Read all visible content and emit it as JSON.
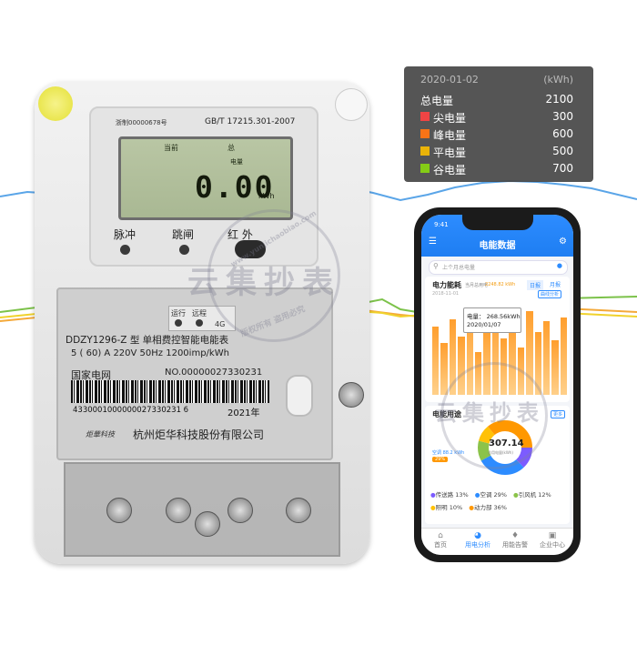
{
  "panel": {
    "date": "2020-01-02",
    "unit": "(kWh)",
    "total_label": "总电量",
    "total_value": "2100",
    "items": [
      {
        "label": "尖电量",
        "value": "300",
        "color": "#ef4444"
      },
      {
        "label": "峰电量",
        "value": "600",
        "color": "#f97316"
      },
      {
        "label": "平电量",
        "value": "500",
        "color": "#eab308"
      },
      {
        "label": "谷电量",
        "value": "700",
        "color": "#84cc16"
      }
    ]
  },
  "meter": {
    "cert": "浙制00000678号",
    "standard": "GB/T 17215.301-2007",
    "lcd_label_current": "当前",
    "lcd_label_total": "总",
    "lcd_label_energy": "电量",
    "lcd_value": "0.00",
    "lcd_unit": "kWh",
    "btn_pulse": "脉冲",
    "btn_trip": "跳闸",
    "btn_infrared": "红 外",
    "led_run": "运行",
    "led_remote": "远程",
    "led_4g": "4G",
    "model": "DDZY1296-Z 型 单相费控智能电能表",
    "spec": "5 ( 60) A 220V 50Hz 1200imp/kWh",
    "grid": "国家电网",
    "serial_no": "NO.00000027330231",
    "barcode_text": "4330001000000027330231 6",
    "year": "2021年",
    "brand_small": "炬華科技",
    "company": "杭州炬华科技股份有限公司"
  },
  "phone": {
    "time": "9:41",
    "title": "电能数据",
    "search_placeholder": "上个月总电量",
    "section_consumption": "电力能耗",
    "consumption_sub": "当月总用电",
    "consumption_value": "2248.82 kWh",
    "tab_daily": "日报",
    "tab_monthly": "月报",
    "btn_curve": "曲线分析",
    "date_start": "2018-11-01",
    "tooltip_value": "电量： 268.56kWh",
    "tooltip_date": "2020/01/07",
    "section_usage": "电能用途",
    "btn_more": "更多",
    "air_label": "空调 88.2 kWh",
    "air_pct": "29%",
    "donut_value": "307.14",
    "donut_sub": "总用电量(kWh)",
    "legend": [
      {
        "label": "传送路 13%",
        "color": "#7c5cff"
      },
      {
        "label": "空调 29%",
        "color": "#2d8cff"
      },
      {
        "label": "引风机 12%",
        "color": "#8bc34a"
      },
      {
        "label": "照明 10%",
        "color": "#ffc107"
      },
      {
        "label": "动力部 36%",
        "color": "#ff9800"
      }
    ],
    "tabs": [
      "首页",
      "用电分析",
      "用能告警",
      "企业中心"
    ],
    "bars": [
      0.72,
      0.55,
      0.8,
      0.62,
      0.9,
      0.45,
      0.7,
      0.85,
      0.6,
      0.75,
      0.5,
      0.88,
      0.66,
      0.78,
      0.58,
      0.82
    ]
  },
  "watermark": {
    "main": "云集抄表",
    "url": "www.yunjichaobiao.com",
    "small": "版权所有 盗用必究"
  }
}
